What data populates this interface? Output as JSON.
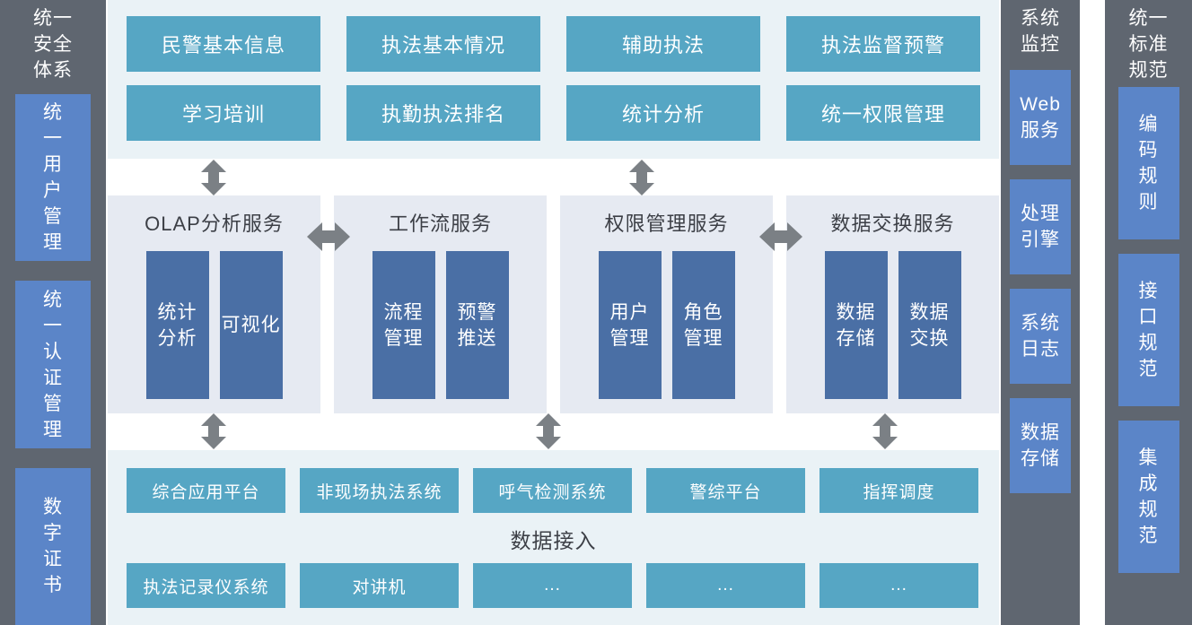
{
  "left_column": {
    "title": "统一\n安全\n体系",
    "items": [
      {
        "label": "统\n一\n用\n户\n管\n理"
      },
      {
        "label": "统\n一\n认\n证\n管\n理"
      },
      {
        "label": "数\n字\n证\n书"
      }
    ]
  },
  "application_layer": {
    "items": [
      {
        "label": "民警基本信息"
      },
      {
        "label": "执法基本情况"
      },
      {
        "label": "辅助执法"
      },
      {
        "label": "执法监督预警"
      },
      {
        "label": "学习培训"
      },
      {
        "label": "执勤执法排名"
      },
      {
        "label": "统计分析"
      },
      {
        "label": "统一权限管理"
      }
    ]
  },
  "service_layer": {
    "cards": [
      {
        "title": "OLAP分析服务",
        "modules": [
          {
            "label": "统计\n分析"
          },
          {
            "label": "可视化"
          }
        ]
      },
      {
        "title": "工作流服务",
        "modules": [
          {
            "label": "流程\n管理"
          },
          {
            "label": "预警\n推送"
          }
        ]
      },
      {
        "title": "权限管理服务",
        "modules": [
          {
            "label": "用户\n管理"
          },
          {
            "label": "角色\n管理"
          }
        ]
      },
      {
        "title": "数据交换服务",
        "modules": [
          {
            "label": "数据\n存储"
          },
          {
            "label": "数据\n交换"
          }
        ]
      }
    ]
  },
  "data_layer": {
    "label": "数据接入",
    "top_items": [
      {
        "label": "综合应用平台"
      },
      {
        "label": "非现场执法系统"
      },
      {
        "label": "呼气检测系统"
      },
      {
        "label": "警综平台"
      },
      {
        "label": "指挥调度"
      }
    ],
    "bottom_items": [
      {
        "label": "执法记录仪系统"
      },
      {
        "label": "对讲机"
      },
      {
        "label": "..."
      },
      {
        "label": "..."
      },
      {
        "label": "..."
      }
    ]
  },
  "monitor_column": {
    "title": "系统\n监控",
    "items": [
      {
        "label": "Web\n服务"
      },
      {
        "label": "处理\n引擎"
      },
      {
        "label": "系统\n日志"
      },
      {
        "label": "数据\n存储"
      }
    ]
  },
  "standard_column": {
    "title": "统一\n标准\n规范",
    "items": [
      {
        "label": "编\n码\n规\n则"
      },
      {
        "label": "接\n口\n规\n范"
      },
      {
        "label": "集\n成\n规\n范"
      }
    ]
  },
  "colors": {
    "sidebar_bg": "#5f6670",
    "sidebar_box": "#5b85c8",
    "panel_bg": "#eaf2f6",
    "teal_box": "#56a6c4",
    "service_card_bg": "#e6eaf2",
    "service_box": "#4a6fa5",
    "arrow": "#7b8085",
    "text_dark": "#3c3f46"
  }
}
